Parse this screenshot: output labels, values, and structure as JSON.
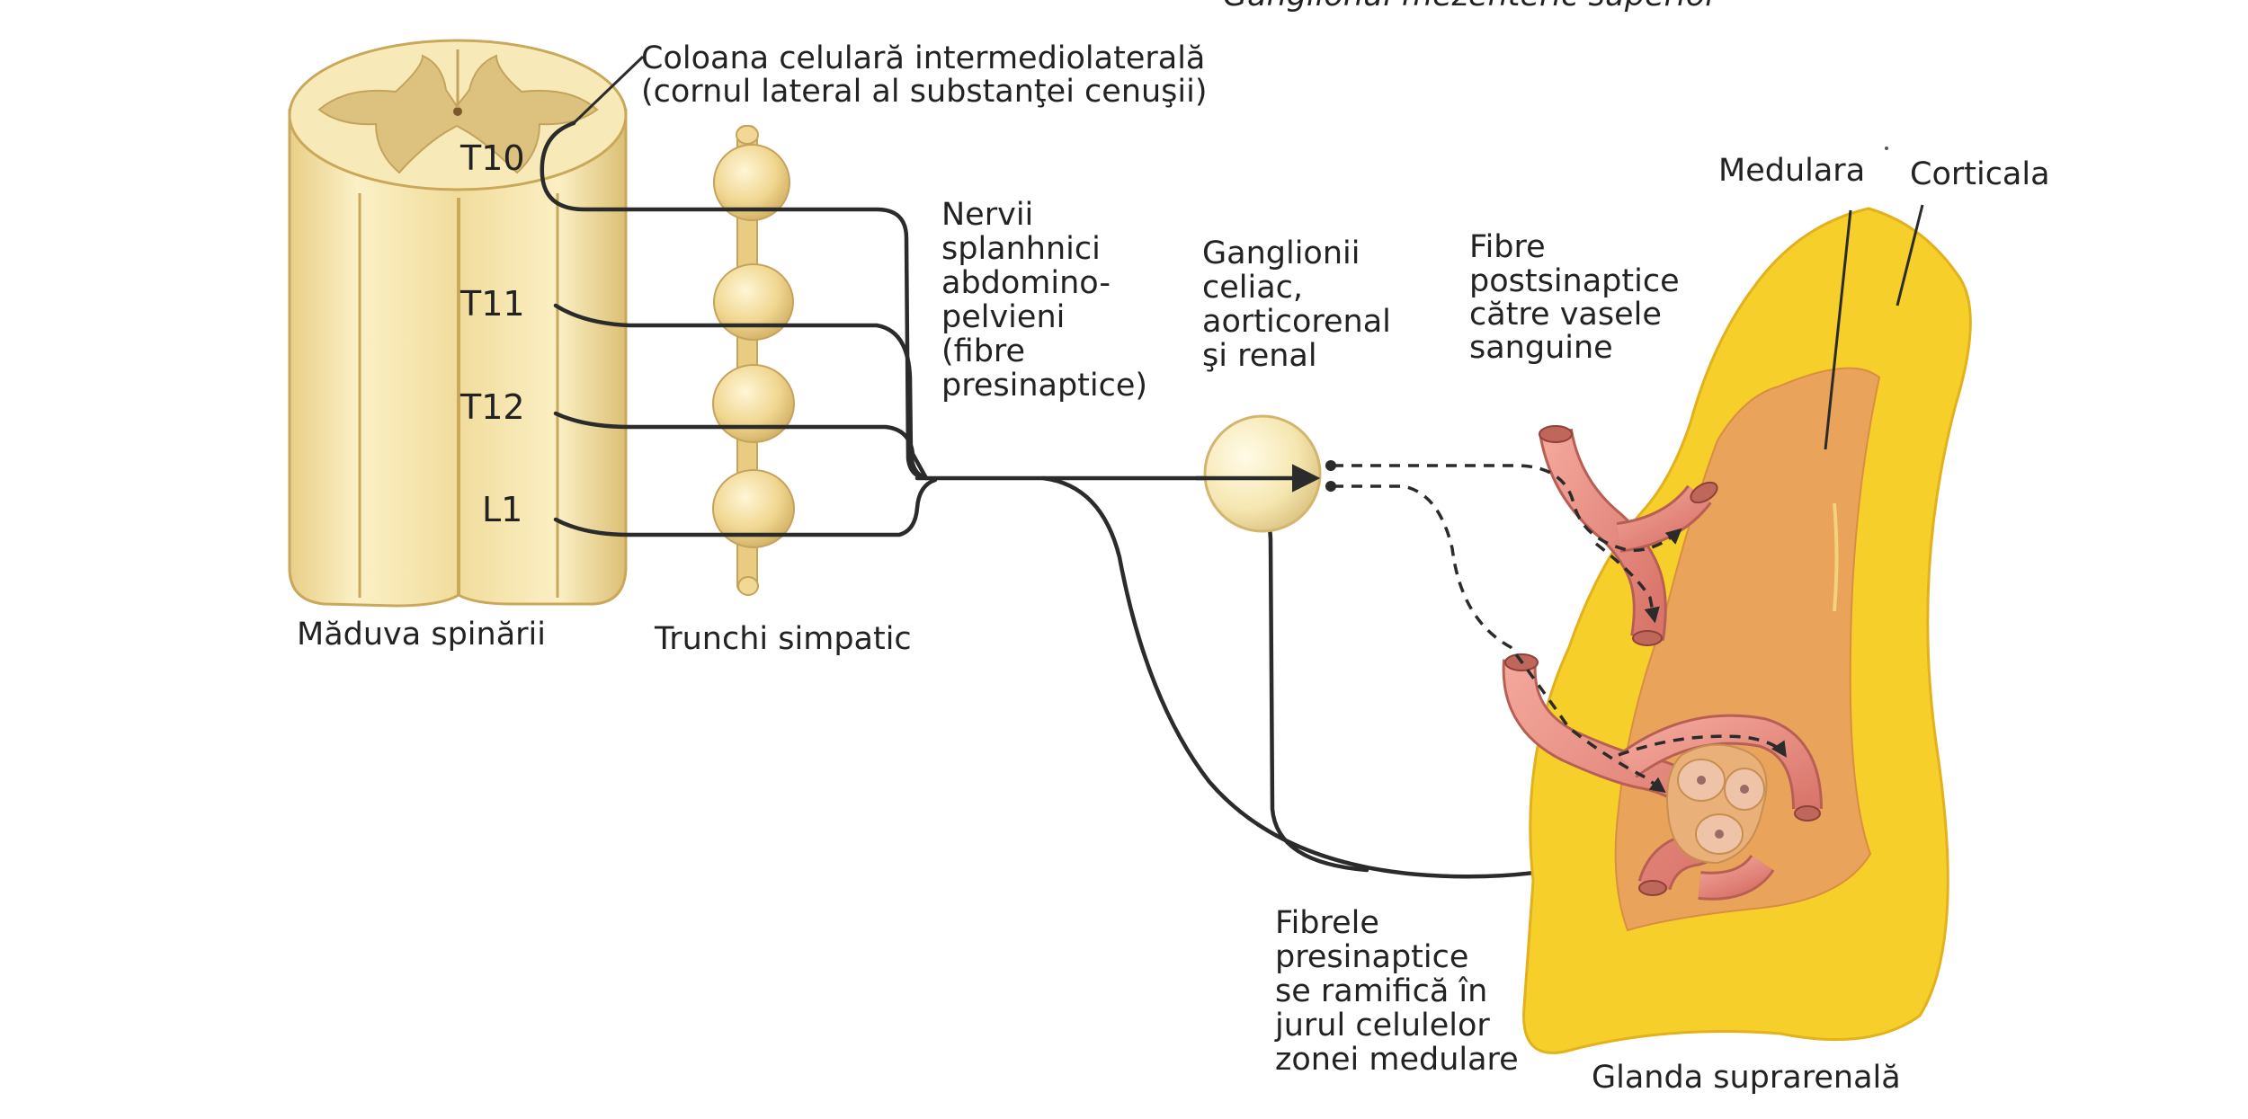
{
  "labels": {
    "top_cut_text": "Ganglionul mezenteric superior",
    "column_line1": "Coloana celulară intermediolaterală",
    "column_line2": "(cornul lateral al substanţei cenuşii)",
    "segment_t10": "T10",
    "segment_t11": "T11",
    "segment_t12": "T12",
    "segment_l1": "L1",
    "spinal_cord": "Măduva spinării",
    "sympathetic_trunk": "Trunchi simpatic",
    "nerves_line1": "Nervii",
    "nerves_line2": "splanhnici",
    "nerves_line3": "abdomino-",
    "nerves_line4": "pelvieni",
    "nerves_line5": "(fibre",
    "nerves_line6": "presinaptice)",
    "ganglia_line1": "Ganglionii",
    "ganglia_line2": "celiac,",
    "ganglia_line3": "aorticorenal",
    "ganglia_line4": "şi renal",
    "postsyn_line1": "Fibre",
    "postsyn_line2": "postsinaptice",
    "postsyn_line3": "către vasele",
    "postsyn_line4": "sanguine",
    "medulla": "Medulara",
    "cortex": "Corticala",
    "presyn_line1": "Fibrele",
    "presyn_line2": "presinaptice",
    "presyn_line3": "se ramifică în",
    "presyn_line4": "jurul celulelor",
    "presyn_line5": "zonei medulare",
    "gland": "Glanda suprarenală"
  },
  "colors": {
    "spinal_cord": "#f5e3a8",
    "grey_matter": "#dcc27e",
    "gland_cortex": "#f6cf2a",
    "gland_medulla": "#e9a35a",
    "vessel": "#e9877c",
    "nerve": "#2b2b2b"
  }
}
